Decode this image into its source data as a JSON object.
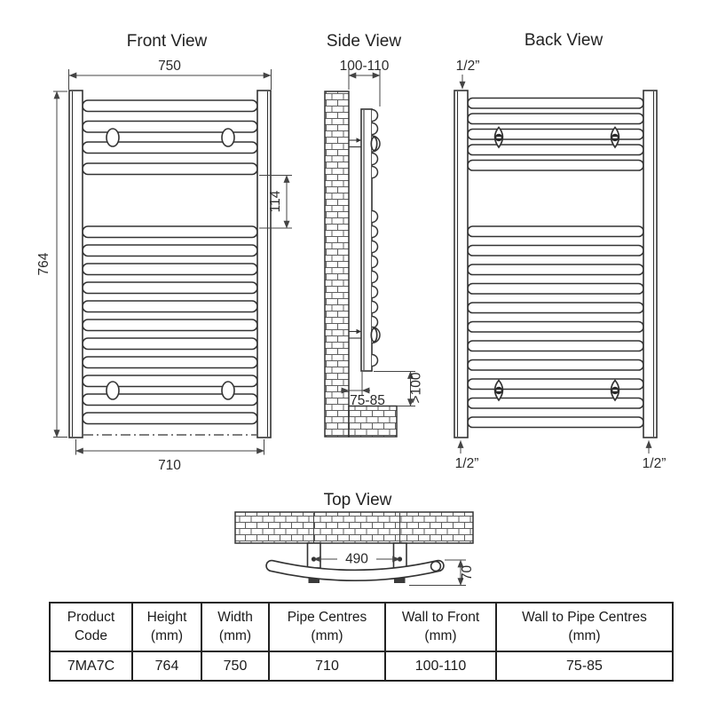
{
  "views": {
    "front": {
      "title": "Front View",
      "dim_width": "750",
      "dim_height": "764",
      "dim_gap": "114",
      "dim_pipe_centres": "710"
    },
    "side": {
      "title": "Side View",
      "dim_wall_to_front": "100-110",
      "dim_wall_to_pipe": "75-85",
      "dim_floor_clearance": ">100"
    },
    "back": {
      "title": "Back View",
      "conn_top_left": "1/2”",
      "conn_bottom_left": "1/2”",
      "conn_bottom_right": "1/2”"
    },
    "top": {
      "title": "Top View",
      "dim_bracket_centres": "490",
      "dim_depth": "70"
    }
  },
  "table": {
    "headers": [
      {
        "line1": "Product",
        "line2": "Code"
      },
      {
        "line1": "Height",
        "line2": "(mm)"
      },
      {
        "line1": "Width",
        "line2": "(mm)"
      },
      {
        "line1": "Pipe Centres",
        "line2": "(mm)"
      },
      {
        "line1": "Wall to Front",
        "line2": "(mm)"
      },
      {
        "line1": "Wall to Pipe Centres",
        "line2": "(mm)"
      }
    ],
    "row": [
      "7MA7C",
      "764",
      "750",
      "710",
      "100-110",
      "75-85"
    ]
  },
  "colors": {
    "line": "#333333",
    "dim": "#444444",
    "text": "#222222",
    "background": "#ffffff"
  }
}
